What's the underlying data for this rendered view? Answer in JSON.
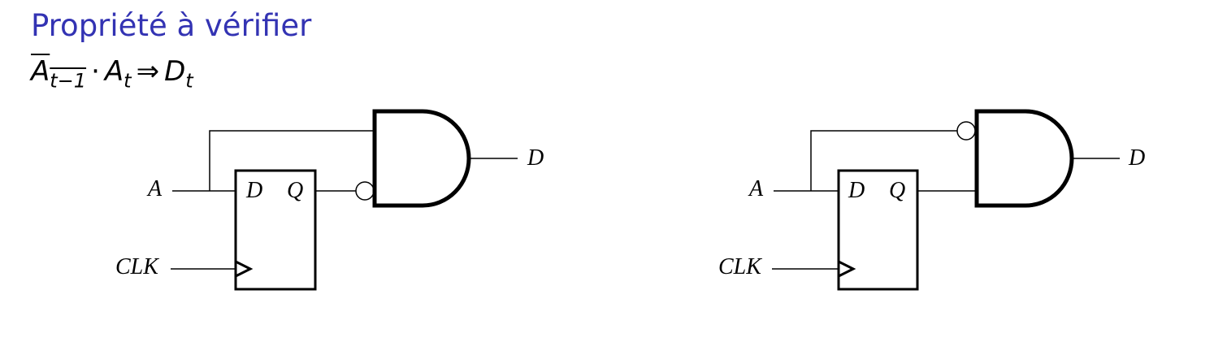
{
  "title": "Propriété à vérifier",
  "formula": {
    "negated_var": "A",
    "negated_sub": "t−1",
    "dot": "·",
    "var2": "A",
    "var2_sub": "t",
    "implies": "⇒",
    "result": "D",
    "result_sub": "t"
  },
  "circuits": [
    {
      "input_a": "A",
      "input_clk": "CLK",
      "ff_d": "D",
      "ff_q": "Q",
      "output": "D",
      "inverted_input": "Q"
    },
    {
      "input_a": "A",
      "input_clk": "CLK",
      "ff_d": "D",
      "ff_q": "Q",
      "output": "D",
      "inverted_input": "A"
    }
  ]
}
